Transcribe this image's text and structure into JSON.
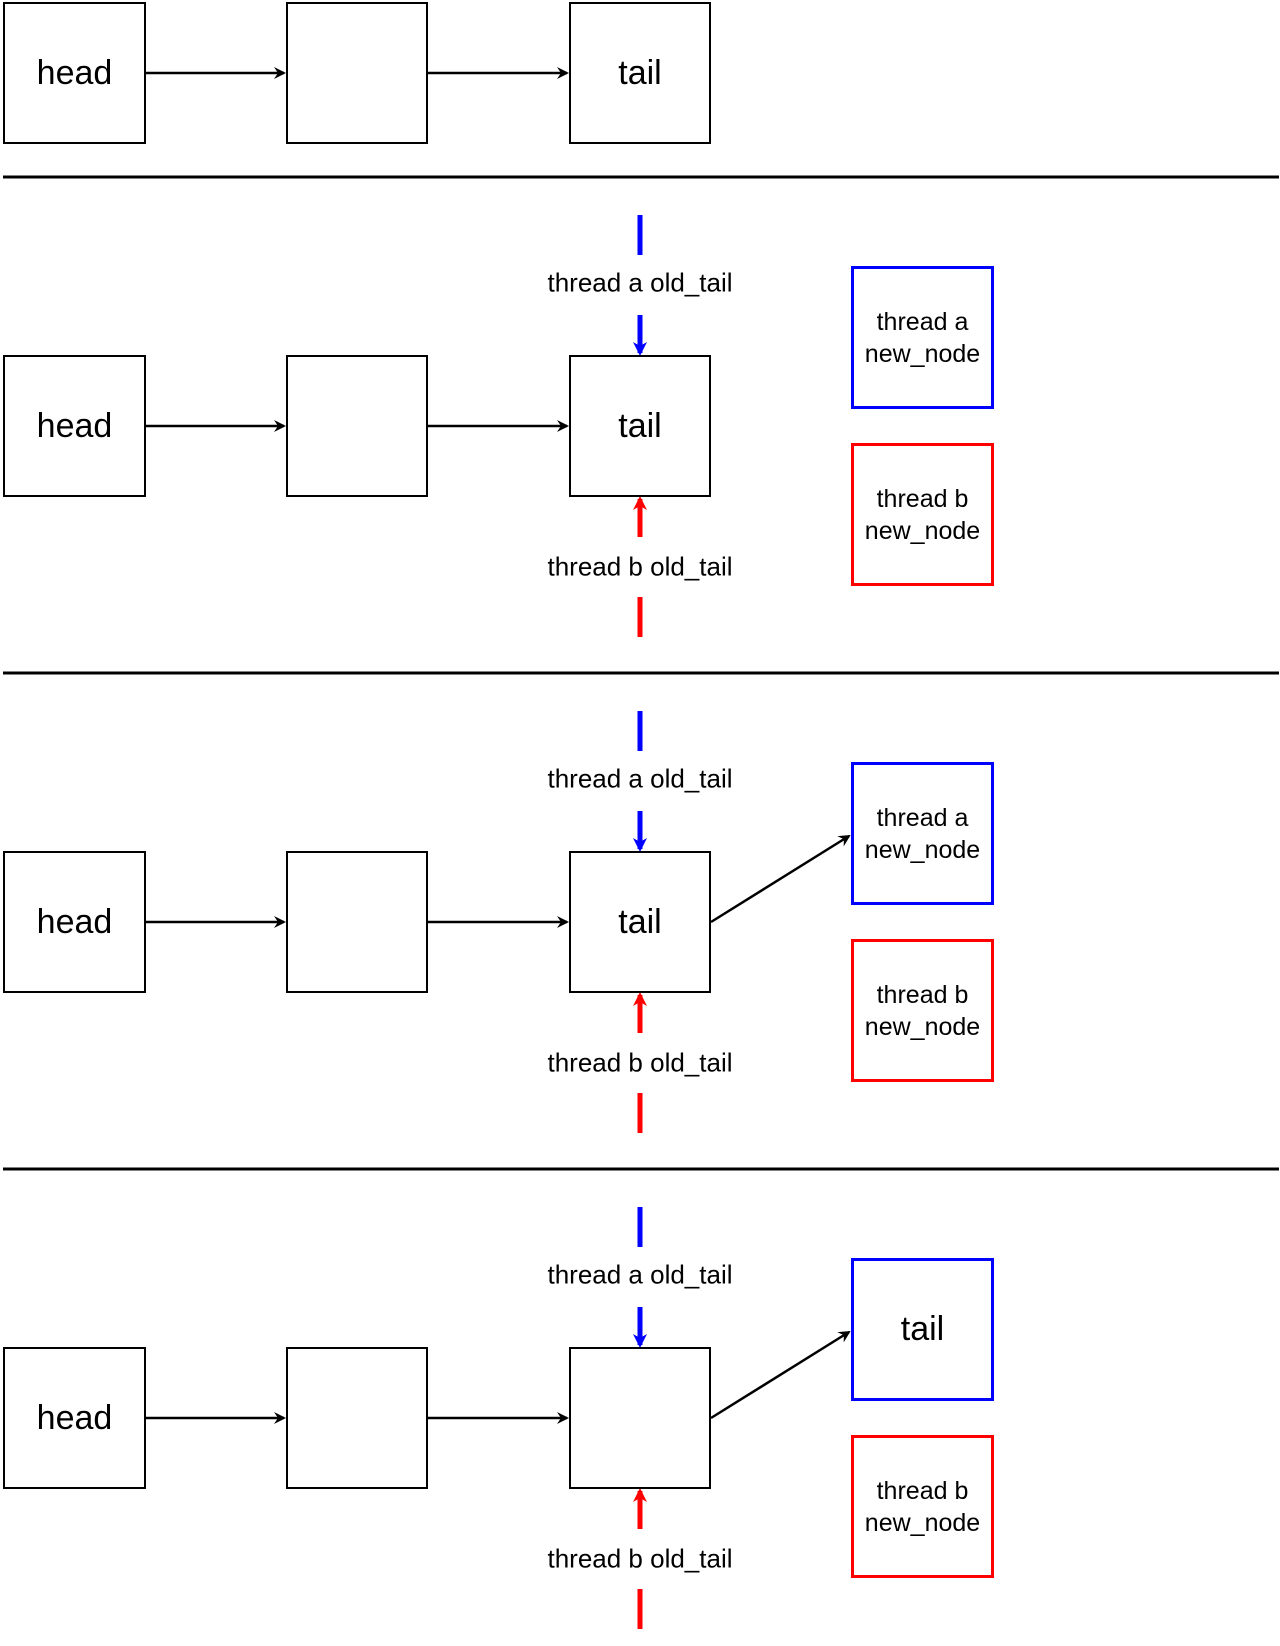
{
  "colors": {
    "thread_a": "#0000ff",
    "thread_b": "#ff0000",
    "line": "#000000"
  },
  "panels": [
    {
      "nodes": {
        "head": "head",
        "middle": "",
        "third": "tail"
      },
      "show_threads": false
    },
    {
      "nodes": {
        "head": "head",
        "middle": "",
        "third": "tail"
      },
      "show_threads": true,
      "thread_a_pointer_label": "thread a old_tail",
      "thread_b_pointer_label": "thread b old_tail",
      "thread_a_node": {
        "line1": "thread a",
        "line2": "new_node"
      },
      "thread_b_node": {
        "line1": "thread b",
        "line2": "new_node"
      },
      "link_to_thread_a": false
    },
    {
      "nodes": {
        "head": "head",
        "middle": "",
        "third": "tail"
      },
      "show_threads": true,
      "thread_a_pointer_label": "thread a old_tail",
      "thread_b_pointer_label": "thread b old_tail",
      "thread_a_node": {
        "line1": "thread a",
        "line2": "new_node"
      },
      "thread_b_node": {
        "line1": "thread b",
        "line2": "new_node"
      },
      "link_to_thread_a": true
    },
    {
      "nodes": {
        "head": "head",
        "middle": "",
        "third": ""
      },
      "show_threads": true,
      "thread_a_pointer_label": "thread a old_tail",
      "thread_b_pointer_label": "thread b old_tail",
      "thread_a_node": {
        "tail_label": "tail"
      },
      "thread_b_node": {
        "line1": "thread b",
        "line2": "new_node"
      },
      "link_to_thread_a": true
    }
  ]
}
